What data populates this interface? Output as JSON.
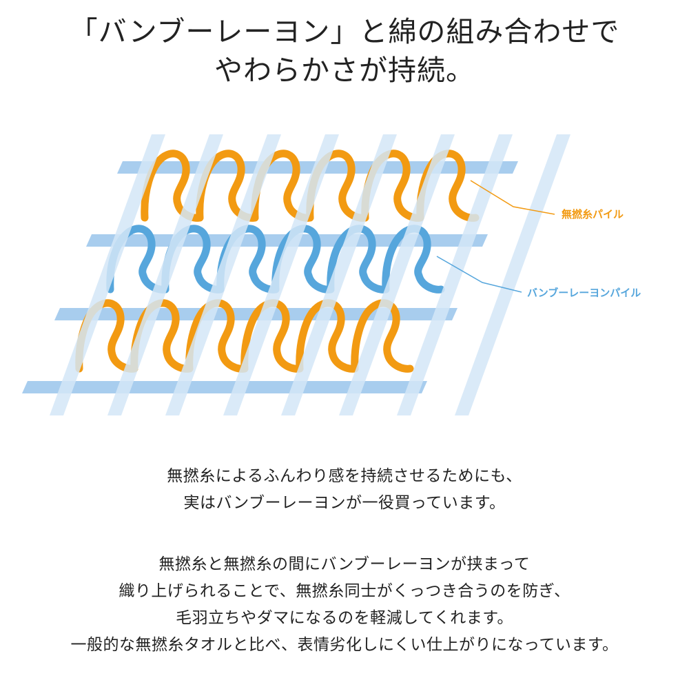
{
  "headline": {
    "line1": "「バンブーレーヨン」と綿の組み合わせで",
    "line2": "やわらかさが持続。"
  },
  "diagram": {
    "label_orange": "無撚糸パイル",
    "label_blue": "バンブーレーヨンパイル",
    "colors": {
      "orange": "#f29a12",
      "blue": "#56a6dc",
      "grid_horizontal": "#a8cdee",
      "grid_diagonal": "#d3e6f7"
    }
  },
  "body": {
    "para1": [
      "無撚糸によるふんわり感を持続させるためにも、",
      "実はバンブーレーヨンが一役買っています。"
    ],
    "para2": [
      "無撚糸と無撚糸の間にバンブーレーヨンが挟まって",
      "織り上げられることで、無撚糸同士がくっつき合うのを防ぎ、",
      "毛羽立ちやダマになるのを軽減してくれます。",
      "一般的な無撚糸タオルと比べ、表情劣化しにくい仕上がりになっています。"
    ]
  }
}
